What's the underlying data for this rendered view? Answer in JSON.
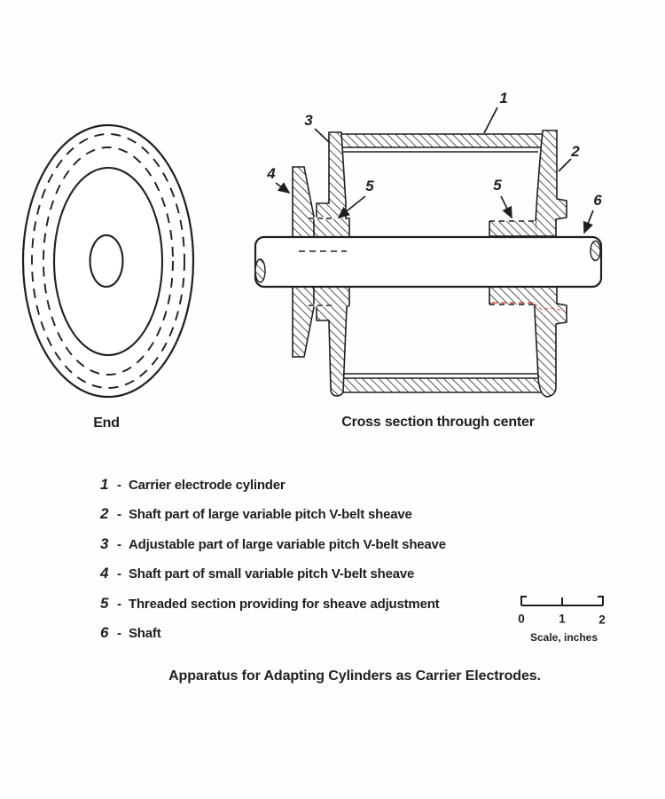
{
  "end_view": {
    "caption": "End"
  },
  "cross_section": {
    "caption": "Cross section through center",
    "callouts": [
      "1",
      "2",
      "3",
      "4",
      "5",
      "5",
      "6"
    ]
  },
  "legend": {
    "separator": "-",
    "items": [
      {
        "num": "1",
        "text": "Carrier electrode cylinder"
      },
      {
        "num": "2",
        "text": "Shaft part of large variable pitch V-belt sheave"
      },
      {
        "num": "3",
        "text": "Adjustable part of large variable pitch V-belt sheave"
      },
      {
        "num": "4",
        "text": "Shaft part of small variable pitch V-belt sheave"
      },
      {
        "num": "5",
        "text": "Threaded section providing for sheave adjustment"
      },
      {
        "num": "6",
        "text": "Shaft"
      }
    ]
  },
  "scale": {
    "tick_labels": [
      "0",
      "1",
      "2"
    ],
    "caption": "Scale, inches"
  },
  "figure_caption": "Apparatus for Adapting Cylinders as Carrier Electrodes.",
  "colors": {
    "ink": "#1f1f1f",
    "artifact_red": "#cc3333",
    "background": "#fefefe"
  }
}
